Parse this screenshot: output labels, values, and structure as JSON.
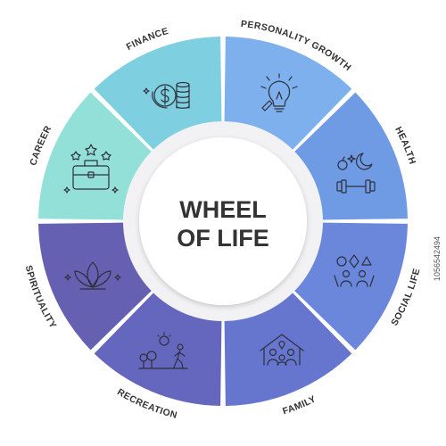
{
  "diagram": {
    "title_line1": "WHEEL",
    "title_line2": "OF LIFE",
    "segments": [
      {
        "label": "PERSONALITY GROWTH",
        "color": "#7db0ec",
        "icon": "lightbulb-icon"
      },
      {
        "label": "HEALTH",
        "color": "#6f9ae4",
        "icon": "health-dumbbell-icon"
      },
      {
        "label": "SOCIAL LIFE",
        "color": "#6a87db",
        "icon": "social-people-icon"
      },
      {
        "label": "FAMILY",
        "color": "#6676cf",
        "icon": "family-house-icon"
      },
      {
        "label": "RECREATION",
        "color": "#6567bf",
        "icon": "recreation-walking-icon"
      },
      {
        "label": "SPIRITUALITY",
        "color": "#6560b2",
        "icon": "lotus-icon"
      },
      {
        "label": "CAREER",
        "color": "#92e0d8",
        "icon": "briefcase-icon"
      },
      {
        "label": "FINANCE",
        "color": "#7ed0e1",
        "icon": "coins-dollar-icon"
      }
    ]
  },
  "watermark": {
    "stock_id": "1056542494"
  }
}
